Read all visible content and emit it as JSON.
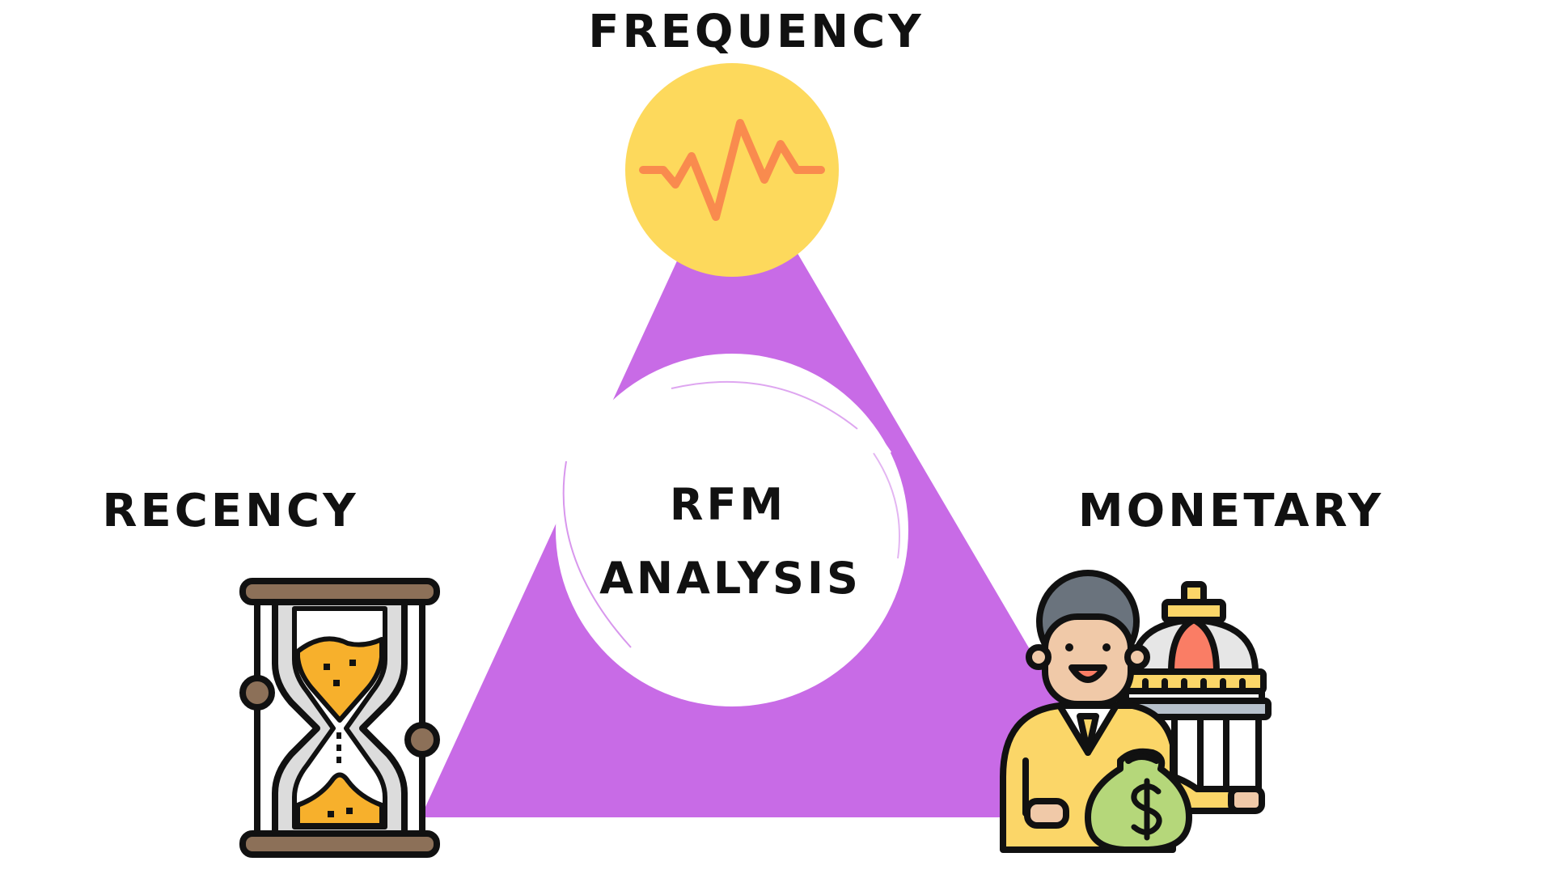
{
  "labels": {
    "top": "FREQUENCY",
    "left": "RECENCY",
    "right": "MONETARY",
    "center_line1": "RFM",
    "center_line2": "ANALYSIS"
  },
  "icons": {
    "top": "pulse-wave-icon",
    "left": "hourglass-icon",
    "right": "businessman-money-bag-icon"
  },
  "colors": {
    "triangle": "#c86be6",
    "top_circle": "#fdd95c",
    "pulse_line": "#f98b4e",
    "center_circle": "#ffffff",
    "text": "#111111",
    "sand": "#f7b02c",
    "money": "#b5d77a",
    "suit": "#fbd668",
    "dome": "#fa7d65"
  }
}
